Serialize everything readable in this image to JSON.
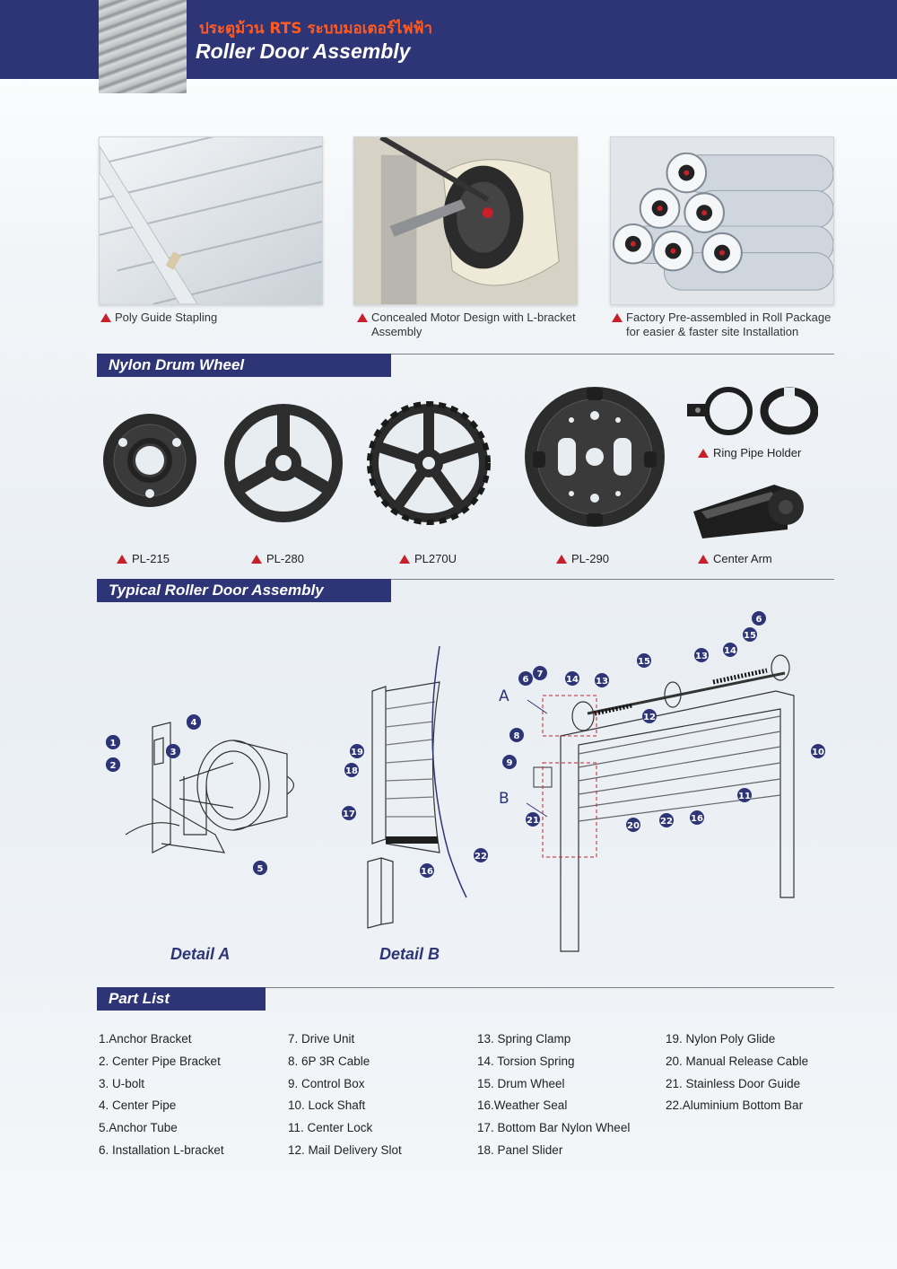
{
  "header": {
    "thai_title": "ประตูม้วน RTS ระบบมอเตอร์ไฟฟ้า",
    "title": "Roller Door Assembly"
  },
  "photos": [
    {
      "caption": "Poly Guide Stapling"
    },
    {
      "caption_line1": "Concealed Motor Design with L-bracket",
      "caption_line2": "Assembly"
    },
    {
      "caption_line1": "Factory Pre-assembled in Roll Package",
      "caption_line2": "for easier & faster site Installation"
    }
  ],
  "sections": {
    "nylon_drum_wheel": "Nylon Drum Wheel",
    "typical_assembly": "Typical Roller Door Assembly",
    "part_list": "Part List"
  },
  "wheels": [
    {
      "label": "PL-215"
    },
    {
      "label": "PL-280"
    },
    {
      "label": "PL270U"
    },
    {
      "label": "PL-290"
    },
    {
      "label": "Ring Pipe Holder"
    },
    {
      "label": "Center Arm"
    }
  ],
  "details": {
    "detail_a": "Detail A",
    "detail_b": "Detail B",
    "marker_a": "A",
    "marker_b": "B"
  },
  "callouts": [
    "1",
    "2",
    "3",
    "4",
    "5",
    "6",
    "7",
    "8",
    "9",
    "10",
    "11",
    "12",
    "13",
    "14",
    "15",
    "16",
    "17",
    "18",
    "19",
    "20",
    "21",
    "22"
  ],
  "part_list": {
    "col1": [
      "1.Anchor Bracket",
      "2. Center Pipe Bracket",
      "3. U-bolt",
      "4. Center Pipe",
      "5.Anchor Tube",
      "6. Installation L-bracket"
    ],
    "col2": [
      "7. Drive Unit",
      "8. 6P 3R Cable",
      "9. Control Box",
      "10. Lock Shaft",
      "11. Center Lock",
      "12. Mail Delivery Slot"
    ],
    "col3": [
      "13. Spring Clamp",
      "14.  Torsion Spring",
      "15. Drum Wheel",
      "16.Weather Seal",
      "17. Bottom Bar Nylon Wheel",
      "18. Panel Slider"
    ],
    "col4": [
      "19. Nylon Poly Glide",
      "20. Manual Release Cable",
      "21. Stainless Door Guide",
      "22.Aluminium Bottom Bar"
    ]
  },
  "colors": {
    "navy": "#2e3577",
    "orange": "#ff5a1f",
    "marker_red": "#c8202a"
  }
}
